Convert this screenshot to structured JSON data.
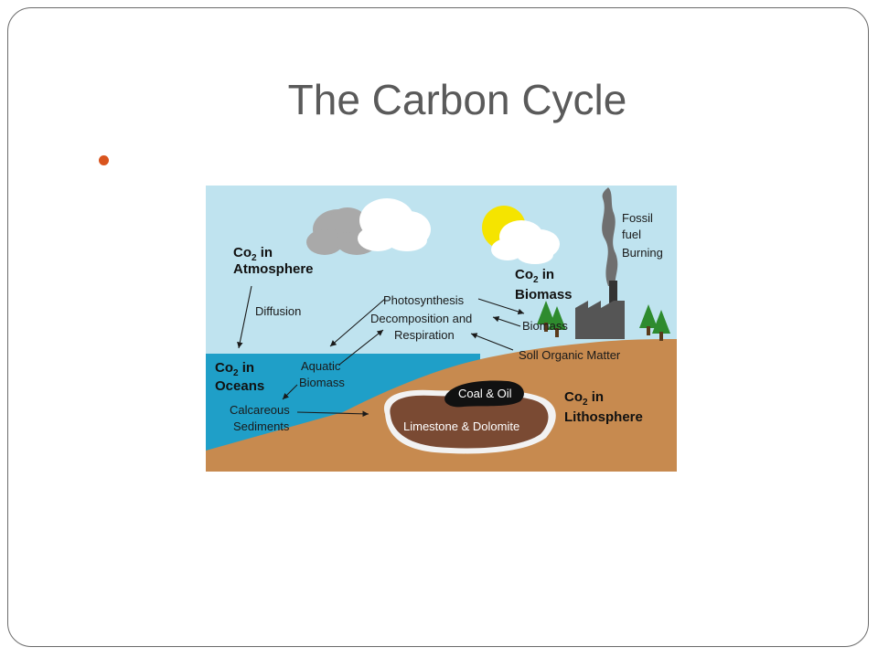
{
  "slide": {
    "title": "The Carbon Cycle"
  },
  "colors": {
    "bullet": "#d9541e",
    "sky": "#bfe3ef",
    "ocean": "#1f9fc8",
    "ground": "#c78a4f",
    "rock": "#7a4a33",
    "sun": "#f5e400"
  },
  "diagram": {
    "labels": {
      "atmosphere_co": "Co",
      "atmosphere_sub": "2",
      "atmosphere_in": " in",
      "atmosphere_line2": "Atmosphere",
      "diffusion": "Diffusion",
      "biomass_co": "Co",
      "biomass_sub": "2",
      "biomass_in": " in",
      "biomass_line2": "Biomass",
      "fossil_line1": "Fossil",
      "fossil_line2": "fuel",
      "fossil_line3": "Burning",
      "photosynthesis": "Photosynthesis",
      "decomposition": "Decomposition and",
      "respiration": "Respiration",
      "biomass_small": "Biomass",
      "soil": "Soll Organic Matter",
      "oceans_co": "Co",
      "oceans_sub": "2",
      "oceans_in": " in",
      "oceans_line2": "Oceans",
      "aquatic_line1": "Aquatic",
      "aquatic_line2": "Biomass",
      "calcareous_line1": "Calcareous",
      "calcareous_line2": "Sediments",
      "coal_oil": "Coal & Oil",
      "limestone": "Limestone & Dolomite",
      "litho_co": "Co",
      "litho_sub": "2",
      "litho_in": " in",
      "litho_line2": "Lithosphere"
    }
  }
}
